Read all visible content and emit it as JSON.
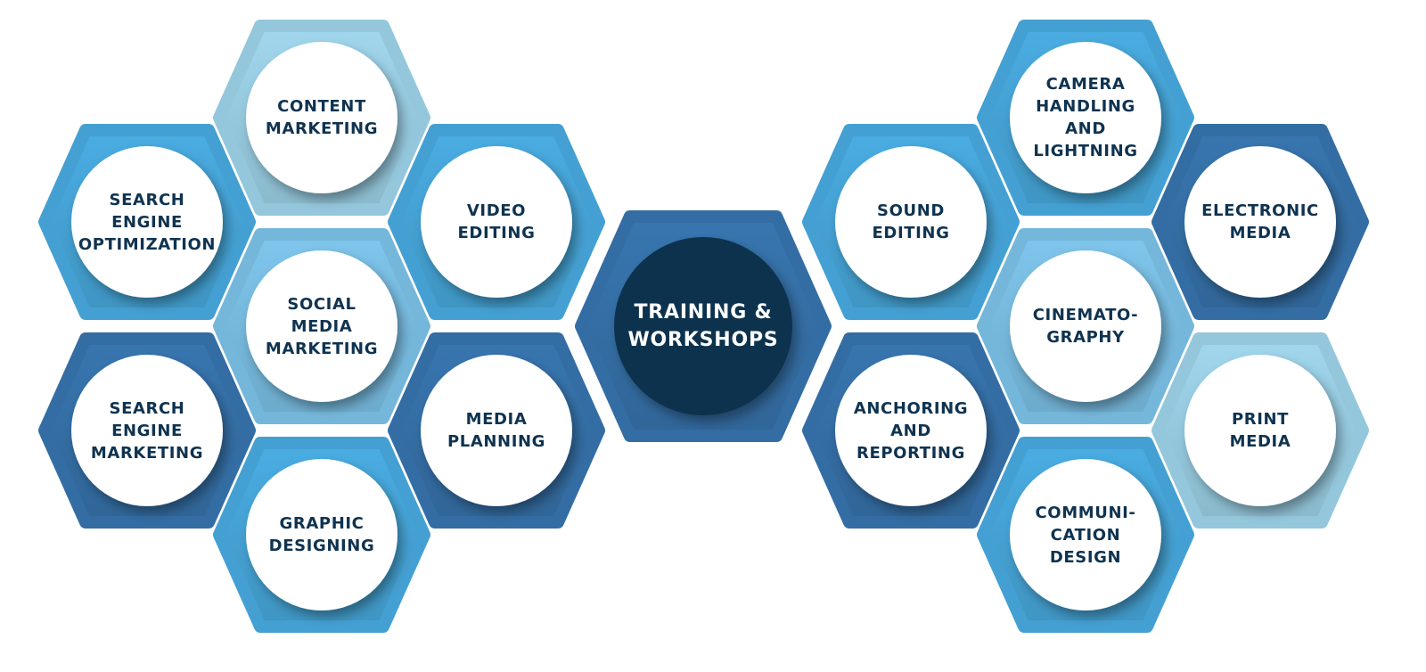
{
  "center": {
    "label": [
      "TRAINING &",
      "WORKSHOPS"
    ],
    "hex_color": "#3570a8",
    "circle_color": "#10324d"
  },
  "left_topics": [
    {
      "id": "content-marketing",
      "label": [
        "CONTENT",
        "MARKETING"
      ],
      "color": "#99cde3"
    },
    {
      "id": "search-engine-optimization",
      "label": [
        "SEARCH",
        "ENGINE",
        "OPTIMIZATION"
      ],
      "color": "#46a5d8"
    },
    {
      "id": "video-editing",
      "label": [
        "VIDEO",
        "EDITING"
      ],
      "color": "#46a5d8"
    },
    {
      "id": "social-media-marketing",
      "label": [
        "SOCIAL",
        "MEDIA",
        "MARKETING"
      ],
      "color": "#79bde2"
    },
    {
      "id": "search-engine-marketing",
      "label": [
        "SEARCH",
        "ENGINE",
        "MARKETING"
      ],
      "color": "#3570a8"
    },
    {
      "id": "media-planning",
      "label": [
        "MEDIA",
        "PLANNING"
      ],
      "color": "#3570a8"
    },
    {
      "id": "graphic-designing",
      "label": [
        "GRAPHIC",
        "DESIGNING"
      ],
      "color": "#46a5d8"
    }
  ],
  "right_topics": [
    {
      "id": "camera-handling",
      "label": [
        "CAMERA",
        "HANDLING",
        "AND",
        "LIGHTNING"
      ],
      "color": "#46a5d8"
    },
    {
      "id": "sound-editing",
      "label": [
        "SOUND",
        "EDITING"
      ],
      "color": "#46a5d8"
    },
    {
      "id": "electronic-media",
      "label": [
        "ELECTRONIC",
        "MEDIA"
      ],
      "color": "#3570a8"
    },
    {
      "id": "cinematography",
      "label": [
        "CINEMATO-",
        "GRAPHY"
      ],
      "color": "#79bde2"
    },
    {
      "id": "anchoring-reporting",
      "label": [
        "ANCHORING",
        "AND",
        "REPORTING"
      ],
      "color": "#3570a8"
    },
    {
      "id": "print-media",
      "label": [
        "PRINT",
        "MEDIA"
      ],
      "color": "#99cde3"
    },
    {
      "id": "communication-design",
      "label": [
        "COMMUNI-",
        "CATION",
        "DESIGN"
      ],
      "color": "#46a5d8"
    }
  ]
}
